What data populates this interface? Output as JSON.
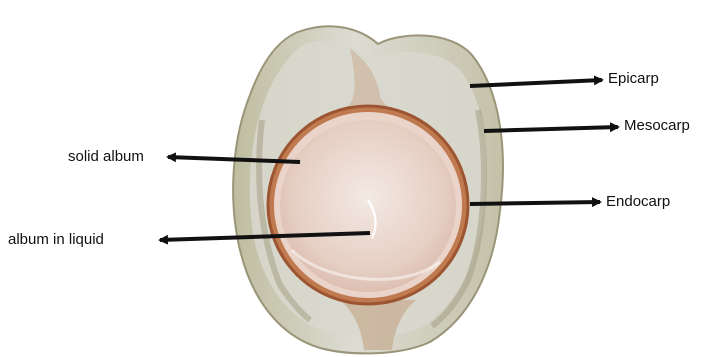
{
  "labels": {
    "epicarp": "Epicarp",
    "mesocarp": "Mesocarp",
    "endocarp": "Endocarp",
    "solid_album": "solid album",
    "album_in_liquid": "album in liquid"
  },
  "colors": {
    "background": "#ffffff",
    "husk_outer": "#c9c7b4",
    "husk_fiber": "#e4e5de",
    "mesocarp_base": "#b8a88a",
    "endocarp_ring": "#b56a3e",
    "kernel": "#e2c9bd",
    "kernel_center": "#f1e7e2",
    "arrow": "#111111",
    "text": "#111111"
  }
}
